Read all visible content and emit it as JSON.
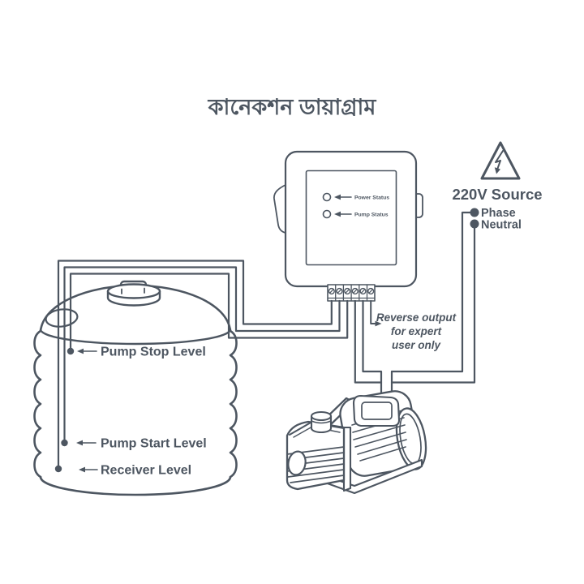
{
  "title": "কানেকশন ডায়াগ্রাম",
  "colors": {
    "ink": "#4d5661",
    "background": "#ffffff"
  },
  "controller": {
    "leds": [
      {
        "label": "Power Status"
      },
      {
        "label": "Pump Status"
      }
    ],
    "terminal_count": 6
  },
  "power_source": {
    "label": "220V Source",
    "lines": [
      "Phase",
      "Neutral"
    ],
    "warning_icon": "high-voltage-triangle-icon"
  },
  "tank": {
    "levels": [
      {
        "label": "Pump Stop Level"
      },
      {
        "label": "Pump Start Level"
      },
      {
        "label": "Receiver Level"
      }
    ]
  },
  "note": {
    "line1": "Reverse output",
    "line2": "for expert",
    "line3": "user only"
  }
}
